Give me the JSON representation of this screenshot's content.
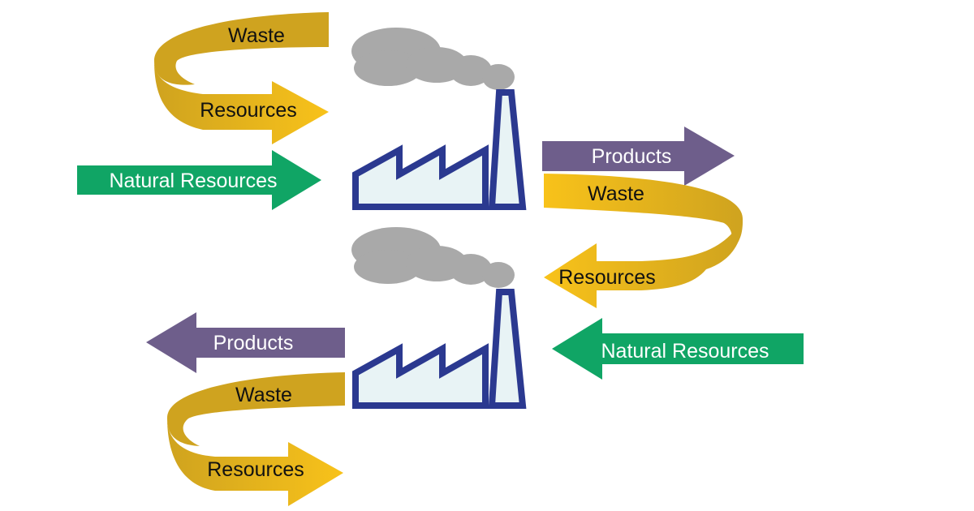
{
  "colors": {
    "gold_light": "#F8C21A",
    "gold_dark": "#CFA31F",
    "green": "#10A565",
    "purple": "#6E5E8B",
    "factory_outline": "#2B3990",
    "factory_fill": "#E8F3F5",
    "smoke": "#A9A9A9"
  },
  "top_factory": {
    "waste_label": "Waste",
    "resources_label": "Resources",
    "natural_resources_label": "Natural Resources",
    "products_label": "Products"
  },
  "bottom_factory": {
    "waste_label_upper": "Waste",
    "resources_label_upper": "Resources",
    "natural_resources_label": "Natural Resources",
    "products_label": "Products",
    "waste_label_lower": "Waste",
    "resources_label_lower": "Resources"
  }
}
